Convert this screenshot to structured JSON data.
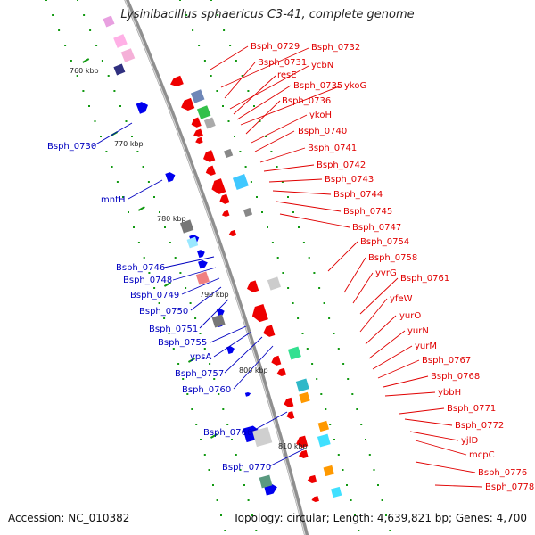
{
  "header": {
    "title": "Lysinibacillus sphaericus C3-41, complete genome"
  },
  "footer": {
    "accession": "Accession: NC_010382",
    "summary": "Topology: circular; Length: 4,639,821 bp; Genes: 4,700"
  },
  "colors": {
    "forward_gene": "#ee0000",
    "reverse_gene": "#0000ee",
    "forward_label": "#e00000",
    "reverse_label": "#0000c0",
    "backbone": "#8f8f8f",
    "ticks": "#119911"
  },
  "kbp_labels": [
    "760 kbp",
    "770 kbp",
    "780 kbp",
    "790 kbp",
    "800 kbp",
    "810 kbp"
  ],
  "forward_labels": [
    "Bsph_0729",
    "Bsph_0732",
    "Bsph_0731",
    "ycbN",
    "resE",
    "Bsph_0735",
    "ykoG",
    "Bsph_0736",
    "ykoH",
    "Bsph_0740",
    "Bsph_0741",
    "Bsph_0742",
    "Bsph_0743",
    "Bsph_0744",
    "Bsph_0745",
    "Bsph_0747",
    "Bsph_0754",
    "Bsph_0758",
    "yvrG",
    "Bsph_0761",
    "yfeW",
    "yurO",
    "yurN",
    "yurM",
    "Bsph_0767",
    "Bsph_0768",
    "ybbH",
    "Bsph_0771",
    "Bsph_0772",
    "yjlD",
    "mcpC",
    "Bsph_0776",
    "Bsph_0778"
  ],
  "reverse_labels": [
    "Bsph_0730",
    "mntH",
    "Bsph_0746",
    "Bsph_0748",
    "Bsph_0749",
    "Bsph_0750",
    "Bsph_0751",
    "Bsph_0755",
    "ypsA",
    "Bsph_0757",
    "Bsph_0760",
    "Bsph_0766",
    "Bsph_0770"
  ]
}
